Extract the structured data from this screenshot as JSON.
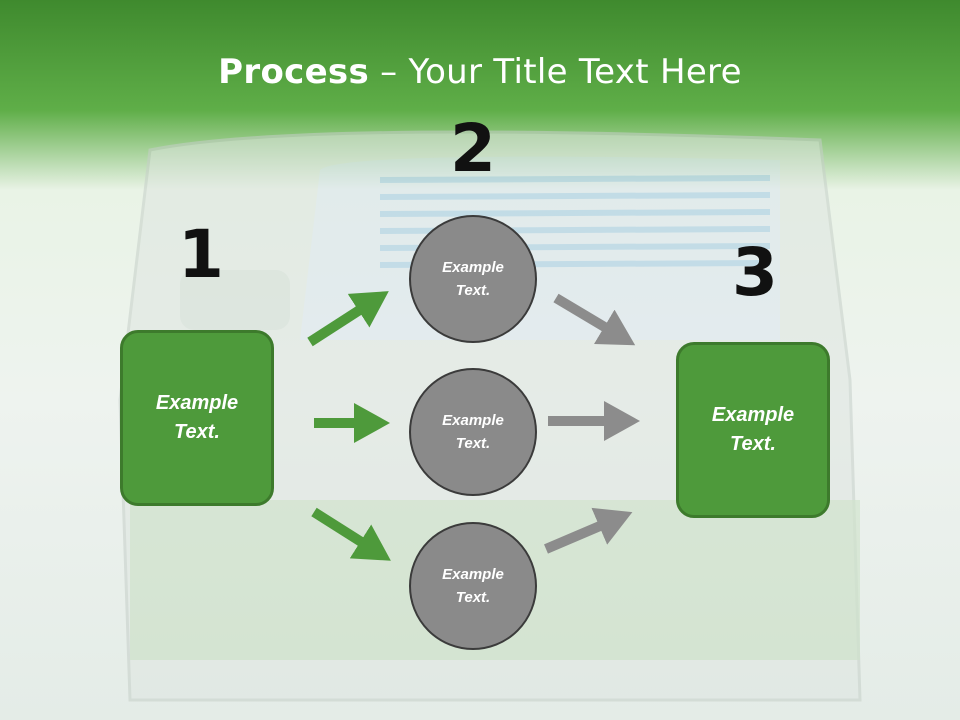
{
  "title": {
    "bold": "Process",
    "rest": " – Your Title Text Here"
  },
  "steps": {
    "s1": {
      "number": "1",
      "text": "Example Text."
    },
    "s2": {
      "number": "2"
    },
    "s3": {
      "number": "3",
      "text": "Example Text."
    }
  },
  "nodes": [
    {
      "text": "Example Text."
    },
    {
      "text": "Example Text."
    },
    {
      "text": "Example Text."
    }
  ],
  "colors": {
    "green_box": "#4e9a3b",
    "green_arrow": "#4e9a3b",
    "gray_circle": "#8a8a8a",
    "gray_arrow": "#8c8c8c"
  }
}
